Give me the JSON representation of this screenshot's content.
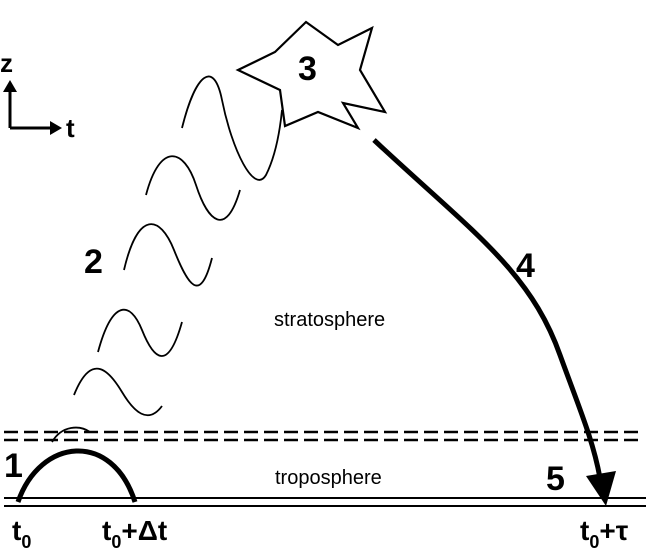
{
  "axes": {
    "z_label": "z",
    "t_label": "t"
  },
  "layers": {
    "stratosphere": "stratosphere",
    "troposphere": "troposphere"
  },
  "steps": [
    "1",
    "2",
    "3",
    "4",
    "5"
  ],
  "time_marks": {
    "t0_main": "t",
    "t0_sub": "0",
    "tdt_main": "t",
    "tdt_sub": "0",
    "tdt_tail": "+Δt",
    "ttau_main": "t",
    "ttau_sub": "0",
    "ttau_tail": "+τ"
  },
  "colors": {
    "ink": "#000000",
    "background": "#ffffff"
  }
}
